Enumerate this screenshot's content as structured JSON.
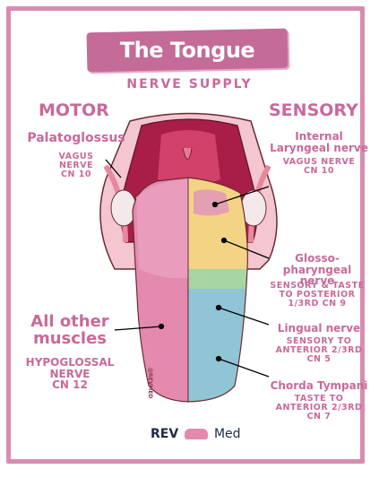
{
  "title": "The Tongue",
  "subtitle": "NERVE SUPPLY",
  "headings": {
    "motor": "MOTOR",
    "sensory": "SENSORY"
  },
  "left": {
    "palatoglossus": {
      "name": "Palatoglossus",
      "nerve": "VAGUS NERVE",
      "cn": "CN 10"
    },
    "other": {
      "name1": "All other",
      "name2": "muscles",
      "nerve1": "HYPOGLOSSAL",
      "nerve2": "NERVE",
      "cn": "CN 12"
    }
  },
  "right": {
    "internal_laryngeal": {
      "name1": "Internal",
      "name2": "Laryngeal nerve",
      "nerve": "VAGUS NERVE",
      "cn": "CN 10"
    },
    "glossopharyngeal": {
      "name1": "Glosso-",
      "name2": "pharyngeal nerve",
      "d1": "SENSORY & TASTE",
      "d2": "TO POSTERIOR",
      "d3": "1/3RD CN 9"
    },
    "lingual": {
      "name": "Lingual nerve",
      "d1": "SENSORY TO",
      "d2": "ANTERIOR 2/3RD",
      "d3": "CN 5"
    },
    "chorda": {
      "name": "Chorda Tympani",
      "d1": "TASTE TO",
      "d2": "ANTERIOR 2/3RD",
      "d3": "CN 7"
    }
  },
  "watermark": "@REVMED",
  "logo": {
    "left": "REV",
    "right": "Med"
  },
  "colors": {
    "accent": "#c9699a",
    "motor_region": "#e48aae",
    "internal_laryngeal": "#e3a0b2",
    "glossopharyngeal": "#f3d484",
    "transition": "#a8d5a4",
    "lingual_chorda": "#8fc5d4",
    "mouth": "#a81e47"
  }
}
